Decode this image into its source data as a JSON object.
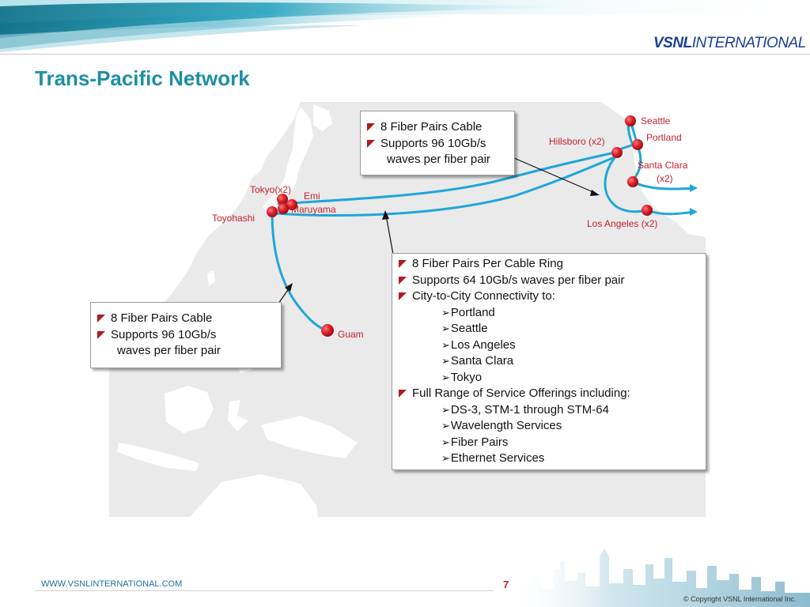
{
  "header": {
    "logo_strong": "VSNL",
    "logo_thin": "INTERNATIONAL",
    "title": "Trans-Pacific Network"
  },
  "colors": {
    "title": "#1c8fa6",
    "cable": "#1ea6d9",
    "node": "#e0202a",
    "label": "#c4202e",
    "bullet": "#b01a20",
    "logo": "#1d3f93"
  },
  "map": {
    "cities": {
      "seattle": "Seattle",
      "portland": "Portland",
      "hillsboro": "Hillsboro (x2)",
      "santa_clara_line1": "Santa Clara",
      "santa_clara_line2": "(x2)",
      "los_angeles": "Los Angeles (x2)",
      "tokyo": "Tokyo(x2)",
      "emi": "Emi",
      "maruyama": "Maruyama",
      "toyohashi": "Toyohashi",
      "guam": "Guam"
    }
  },
  "callout_top": {
    "bullets": [
      "8 Fiber Pairs Cable",
      "Supports 96 10Gb/s",
      "waves per fiber pair"
    ]
  },
  "callout_left": {
    "bullets": [
      "8 Fiber Pairs Cable",
      "Supports 96 10Gb/s",
      "waves per fiber pair"
    ]
  },
  "callout_main": {
    "bullet1": "8 Fiber Pairs Per Cable Ring",
    "bullet2": "Supports 64 10Gb/s waves per fiber pair",
    "bullet3": "City-to-City Connectivity to:",
    "cities": [
      "Portland",
      "Seattle",
      "Los Angeles",
      "Santa Clara",
      "Tokyo"
    ],
    "bullet4": "Full Range of Service Offerings including:",
    "services": [
      "DS-3, STM-1 through STM-64",
      "Wavelength Services",
      "Fiber Pairs",
      "Ethernet Services"
    ],
    "sub_marker": "➢"
  },
  "footer": {
    "url": "WWW.VSNLINTERNATIONAL.COM",
    "page": "7",
    "copyright": "© Copyright VSNL International Inc."
  }
}
